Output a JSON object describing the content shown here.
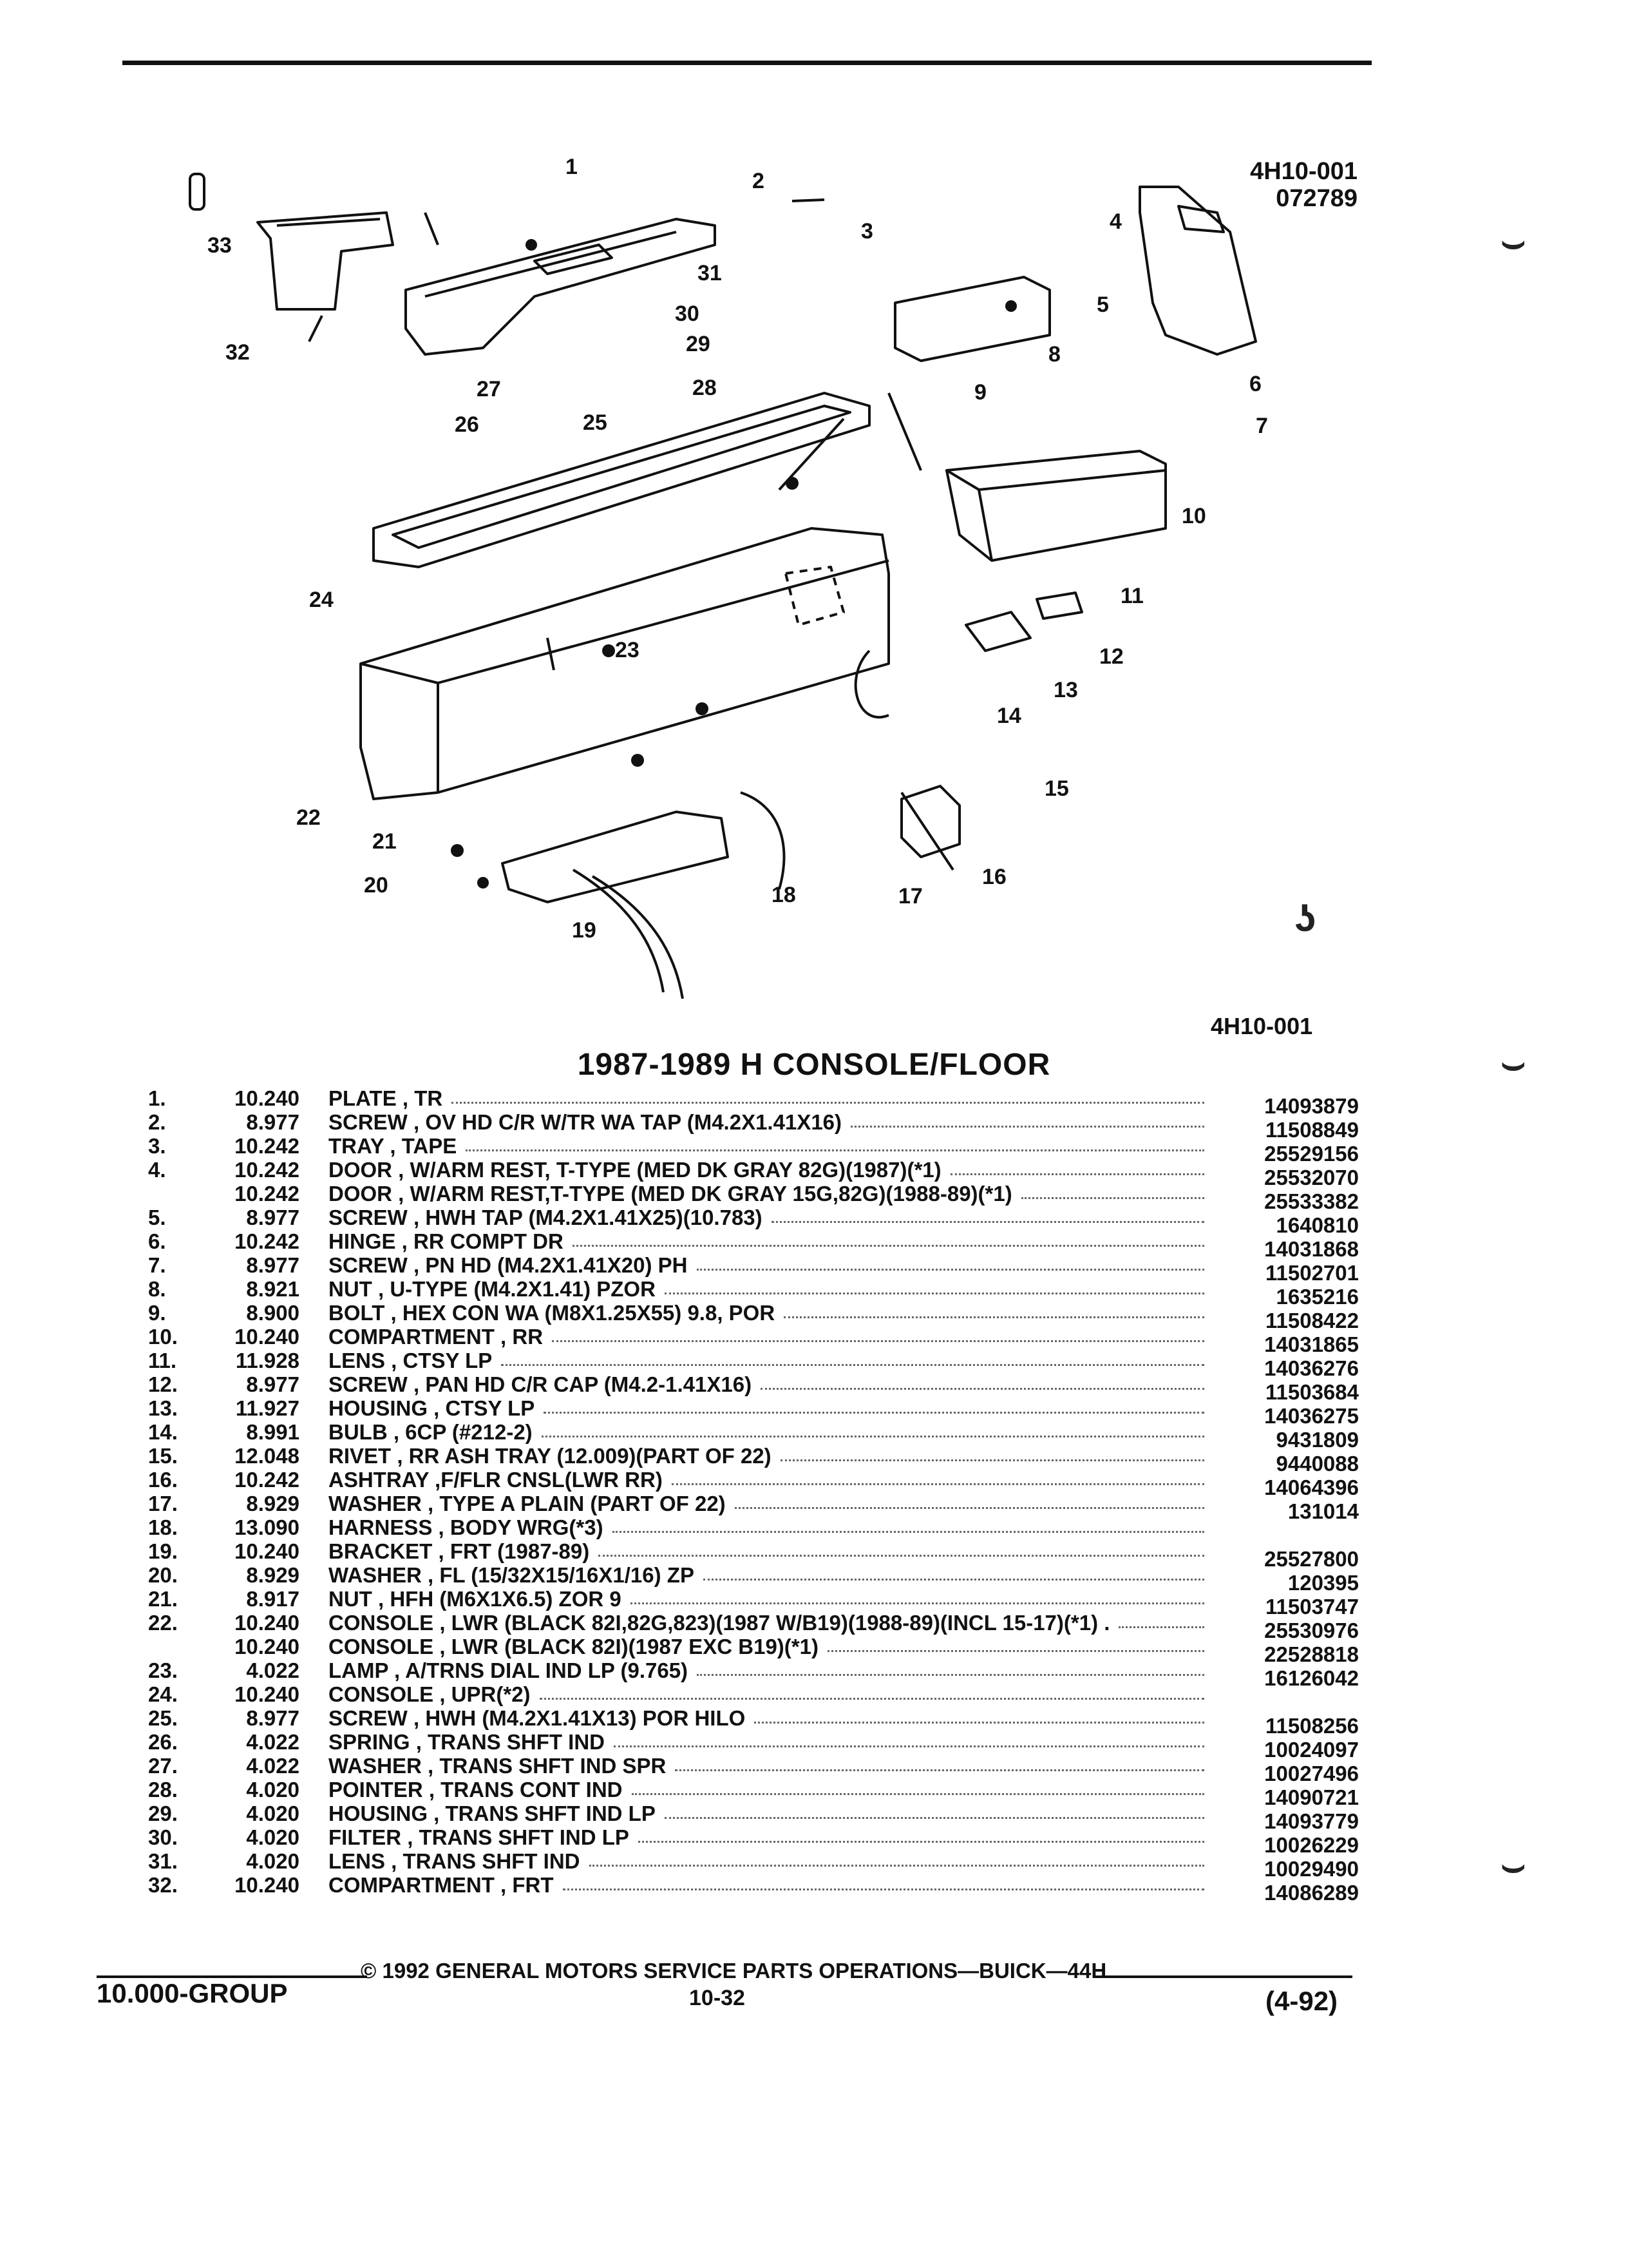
{
  "header": {
    "figure_id": "4H10-001",
    "figure_code": "072789"
  },
  "diagram": {
    "callouts": [
      "1",
      "2",
      "3",
      "4",
      "5",
      "6",
      "7",
      "8",
      "9",
      "10",
      "11",
      "12",
      "13",
      "14",
      "15",
      "16",
      "17",
      "18",
      "19",
      "20",
      "21",
      "22",
      "23",
      "24",
      "25",
      "26",
      "27",
      "28",
      "29",
      "30",
      "31",
      "32",
      "33"
    ]
  },
  "figure_id_bottom": "4H10-001",
  "title": "1987-1989 H CONSOLE/FLOOR",
  "parts": [
    {
      "num": "1.",
      "qty": "10.240",
      "desc": "PLATE , TR",
      "pn": "14093879"
    },
    {
      "num": "2.",
      "qty": "8.977",
      "desc": "SCREW , OV HD C/R W/TR WA TAP (M4.2X1.41X16)",
      "pn": "11508849"
    },
    {
      "num": "3.",
      "qty": "10.242",
      "desc": "TRAY , TAPE",
      "pn": "25529156"
    },
    {
      "num": "4.",
      "qty": "10.242",
      "desc": "DOOR , W/ARM REST, T-TYPE (MED DK GRAY 82G)(1987)(*1)",
      "pn": "25532070"
    },
    {
      "num": "",
      "qty": "10.242",
      "desc": "DOOR , W/ARM REST,T-TYPE (MED DK GRAY 15G,82G)(1988-89)(*1)",
      "pn": "25533382"
    },
    {
      "num": "5.",
      "qty": "8.977",
      "desc": "SCREW , HWH TAP (M4.2X1.41X25)(10.783)",
      "pn": "1640810"
    },
    {
      "num": "6.",
      "qty": "10.242",
      "desc": "HINGE , RR COMPT DR",
      "pn": "14031868"
    },
    {
      "num": "7.",
      "qty": "8.977",
      "desc": "SCREW , PN HD (M4.2X1.41X20) PH",
      "pn": "11502701"
    },
    {
      "num": "8.",
      "qty": "8.921",
      "desc": "NUT , U-TYPE (M4.2X1.41) PZOR",
      "pn": "1635216"
    },
    {
      "num": "9.",
      "qty": "8.900",
      "desc": "BOLT , HEX CON WA (M8X1.25X55) 9.8, POR",
      "pn": "11508422"
    },
    {
      "num": "10.",
      "qty": "10.240",
      "desc": "COMPARTMENT , RR",
      "pn": "14031865"
    },
    {
      "num": "11.",
      "qty": "11.928",
      "desc": "LENS , CTSY LP",
      "pn": "14036276"
    },
    {
      "num": "12.",
      "qty": "8.977",
      "desc": "SCREW , PAN HD C/R CAP (M4.2-1.41X16)",
      "pn": "11503684"
    },
    {
      "num": "13.",
      "qty": "11.927",
      "desc": "HOUSING , CTSY LP",
      "pn": "14036275"
    },
    {
      "num": "14.",
      "qty": "8.991",
      "desc": "BULB , 6CP (#212-2)",
      "pn": "9431809"
    },
    {
      "num": "15.",
      "qty": "12.048",
      "desc": "RIVET , RR ASH TRAY (12.009)(PART OF 22)",
      "pn": "9440088"
    },
    {
      "num": "16.",
      "qty": "10.242",
      "desc": "ASHTRAY ,F/FLR CNSL(LWR RR)",
      "pn": "14064396"
    },
    {
      "num": "17.",
      "qty": "8.929",
      "desc": "WASHER , TYPE A PLAIN (PART OF 22)",
      "pn": "131014"
    },
    {
      "num": "18.",
      "qty": "13.090",
      "desc": "HARNESS , BODY WRG(*3)",
      "pn": ""
    },
    {
      "num": "19.",
      "qty": "10.240",
      "desc": "BRACKET , FRT (1987-89)",
      "pn": "25527800"
    },
    {
      "num": "20.",
      "qty": "8.929",
      "desc": "WASHER , FL (15/32X15/16X1/16) ZP",
      "pn": "120395"
    },
    {
      "num": "21.",
      "qty": "8.917",
      "desc": "NUT , HFH (M6X1X6.5) ZOR 9",
      "pn": "11503747"
    },
    {
      "num": "22.",
      "qty": "10.240",
      "desc": "CONSOLE , LWR (BLACK 82I,82G,823)(1987 W/B19)(1988-89)(INCL 15-17)(*1) .",
      "pn": "25530976"
    },
    {
      "num": "",
      "qty": "10.240",
      "desc": "CONSOLE , LWR (BLACK 82I)(1987 EXC B19)(*1)",
      "pn": "22528818"
    },
    {
      "num": "23.",
      "qty": "4.022",
      "desc": "LAMP , A/TRNS DIAL IND LP (9.765)",
      "pn": "16126042"
    },
    {
      "num": "24.",
      "qty": "10.240",
      "desc": "CONSOLE , UPR(*2)",
      "pn": ""
    },
    {
      "num": "25.",
      "qty": "8.977",
      "desc": "SCREW , HWH (M4.2X1.41X13) POR HILO",
      "pn": "11508256"
    },
    {
      "num": "26.",
      "qty": "4.022",
      "desc": "SPRING , TRANS SHFT IND",
      "pn": "10024097"
    },
    {
      "num": "27.",
      "qty": "4.022",
      "desc": "WASHER , TRANS SHFT IND SPR",
      "pn": "10027496"
    },
    {
      "num": "28.",
      "qty": "4.020",
      "desc": "POINTER , TRANS CONT IND",
      "pn": "14090721"
    },
    {
      "num": "29.",
      "qty": "4.020",
      "desc": "HOUSING , TRANS SHFT IND LP",
      "pn": "14093779"
    },
    {
      "num": "30.",
      "qty": "4.020",
      "desc": "FILTER , TRANS SHFT IND LP",
      "pn": "10026229"
    },
    {
      "num": "31.",
      "qty": "4.020",
      "desc": "LENS , TRANS SHFT IND",
      "pn": "10029490"
    },
    {
      "num": "32.",
      "qty": "10.240",
      "desc": "COMPARTMENT , FRT",
      "pn": "14086289"
    }
  ],
  "footer": {
    "copyright": "© 1992 GENERAL MOTORS SERVICE PARTS OPERATIONS—BUICK—44H",
    "group": "10.000-GROUP",
    "page": "10-32",
    "date": "(4-92)"
  }
}
